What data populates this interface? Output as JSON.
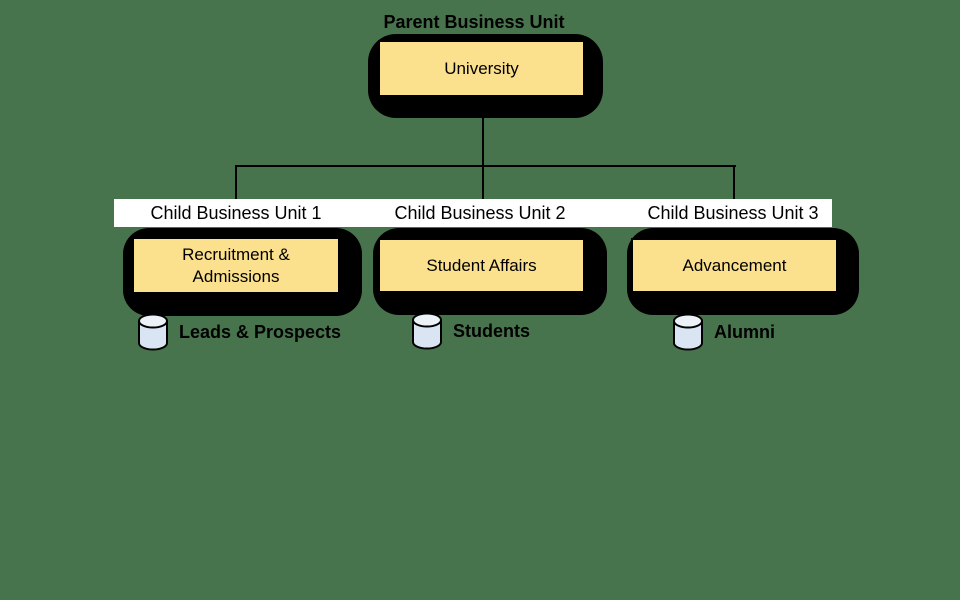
{
  "colors": {
    "background": "#48744D",
    "node_fill": "#FBE08E",
    "node_border": "#000000",
    "shadow": "#000000",
    "label_band": "#FFFFFF",
    "db_body": "#D9E5F3",
    "db_top": "#EDF2F9",
    "text": "#000000"
  },
  "diagram": {
    "parent": {
      "group_label": "Parent Business Unit",
      "node_label": "University"
    },
    "children": [
      {
        "group_label": "Child Business Unit 1",
        "node_label": "Recruitment &\nAdmissions",
        "database_label": "Leads & Prospects"
      },
      {
        "group_label": "Child Business Unit 2",
        "node_label": "Student Affairs",
        "database_label": "Students"
      },
      {
        "group_label": "Child Business Unit 3",
        "node_label": "Advancement",
        "database_label": "Alumni"
      }
    ]
  }
}
